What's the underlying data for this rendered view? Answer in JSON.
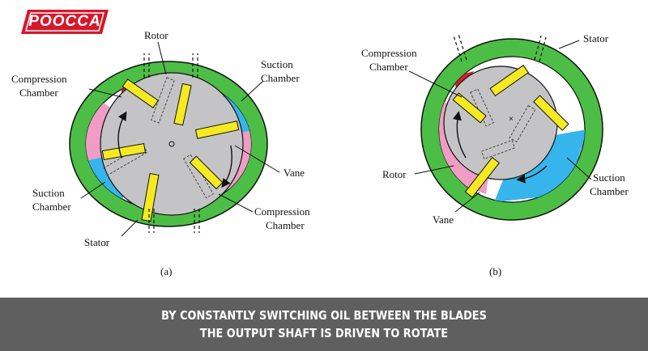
{
  "brand": {
    "logo_text": "POOCCA",
    "logo_color": "#d7172a"
  },
  "colors": {
    "stator": "#4cbe46",
    "rotor": "#c4c4c6",
    "compression": "#ef9dc4",
    "suction": "#35b5ec",
    "vane": "#f5ea22",
    "highlight": "#d21f2e",
    "banner": "#5f5f5f"
  },
  "figure_a": {
    "caption": "(a)",
    "labels": {
      "rotor": "Rotor",
      "compression_top_1": "Compression",
      "compression_top_2": "Chamber",
      "suction_top_1": "Suction",
      "suction_top_2": "Chamber",
      "vane": "Vane",
      "suction_bottom_1": "Suction",
      "suction_bottom_2": "Chamber",
      "compression_bottom_1": "Compression",
      "compression_bottom_2": "Chamber",
      "stator": "Stator"
    }
  },
  "figure_b": {
    "caption": "(b)",
    "labels": {
      "compression_1": "Compression",
      "compression_2": "Chamber",
      "stator": "Stator",
      "rotor": "Rotor",
      "suction_1": "Suction",
      "suction_2": "Chamber",
      "vane": "Vane"
    }
  },
  "banner": {
    "line1": "BY CONSTANTLY SWITCHING OIL BETWEEN THE BLADES",
    "line2": "THE OUTPUT SHAFT IS DRIVEN TO ROTATE"
  }
}
